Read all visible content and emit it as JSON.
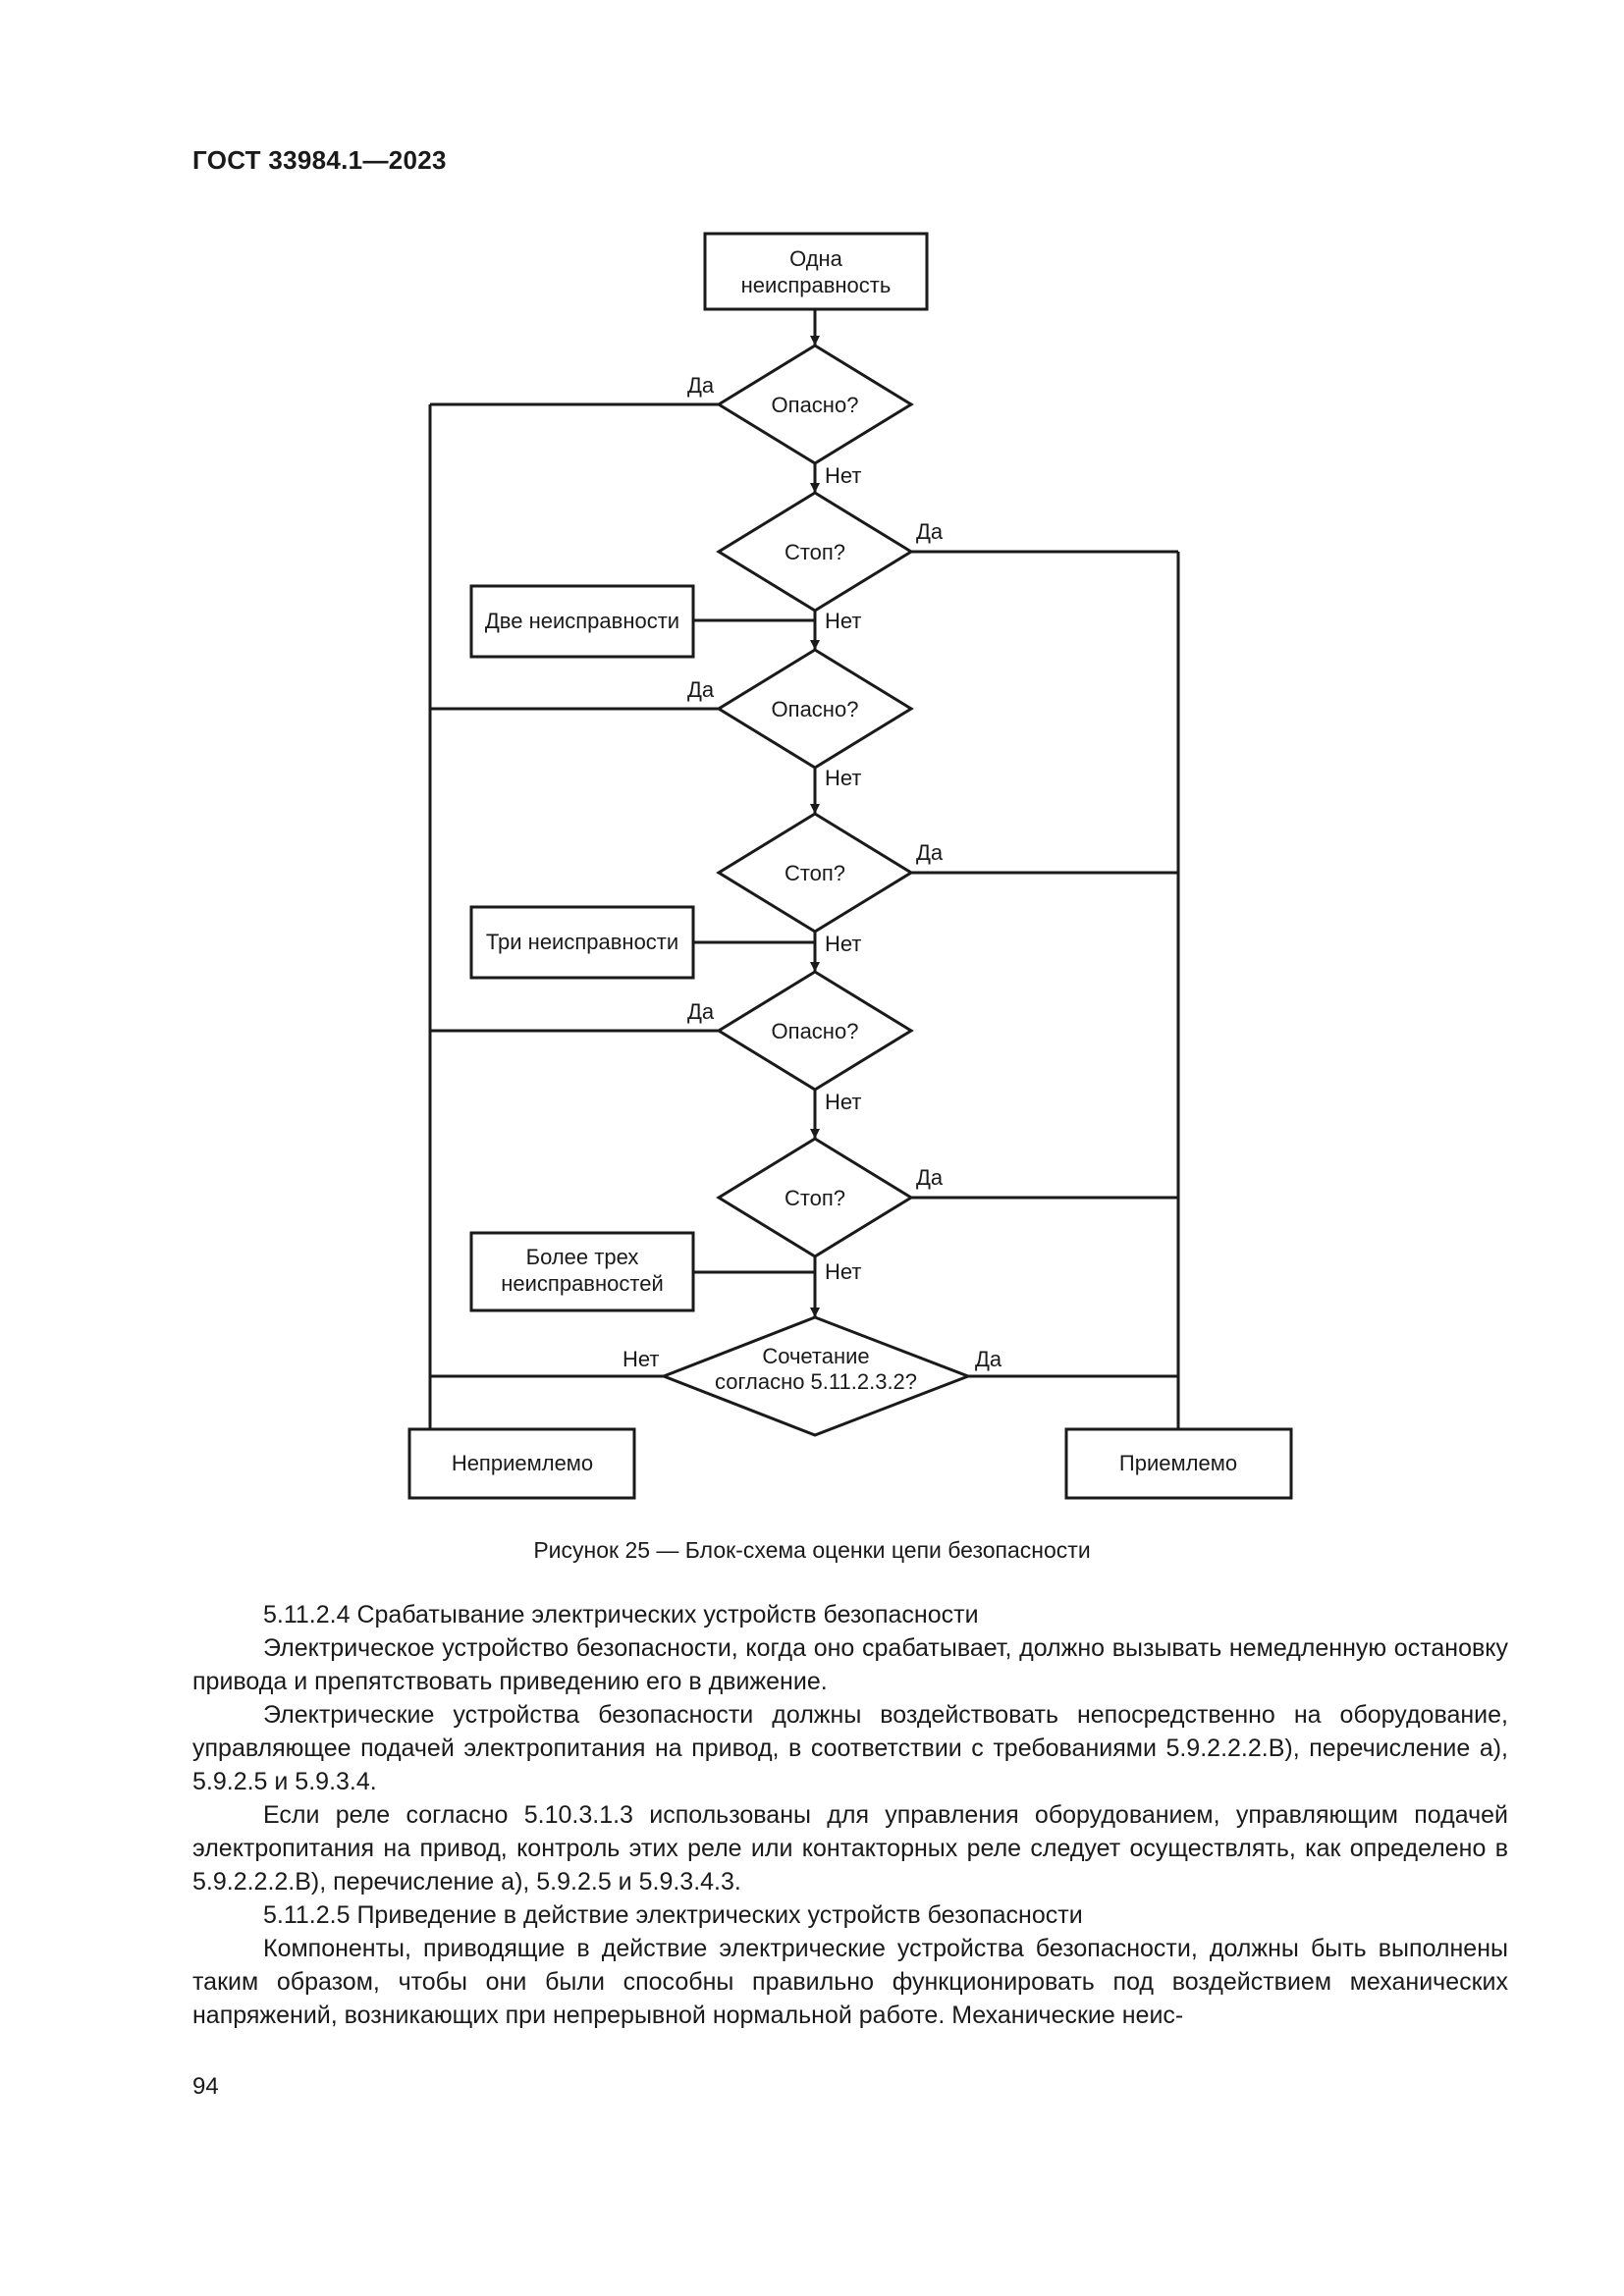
{
  "header": {
    "standard": "ГОСТ 33984.1—2023"
  },
  "flowchart": {
    "nodes": {
      "start": [
        "Одна",
        "неисправность"
      ],
      "d1": [
        "Опасно?"
      ],
      "d2": [
        "Стоп?"
      ],
      "two_faults": [
        "Две неисправности"
      ],
      "d3": [
        "Опасно?"
      ],
      "d4": [
        "Стоп?"
      ],
      "three_faults": [
        "Три неисправности"
      ],
      "d5": [
        "Опасно?"
      ],
      "d6": [
        "Стоп?"
      ],
      "more_faults": [
        "Более трех",
        "неисправностей"
      ],
      "d7": [
        "Сочетание",
        "согласно 5.11.2.3.2?"
      ],
      "unacceptable": [
        "Неприемлемо"
      ],
      "acceptable": [
        "Приемлемо"
      ]
    },
    "labels": {
      "yes": "Да",
      "no": "Нет"
    }
  },
  "caption": "Рисунок 25 — Блок-схема оценки цепи безопасности",
  "paragraphs": [
    "5.11.2.4 Срабатывание электрических устройств безопасности",
    "Электрическое устройство безопасности, когда оно срабатывает, должно вызывать немедленную остановку привода и препятствовать приведению его в движение.",
    "Электрические устройства безопасности должны воздействовать непосредственно на оборудование, управляющее подачей электропитания на привод, в соответствии с требованиями 5.9.2.2.2.В), перечисление а), 5.9.2.5 и 5.9.3.4.",
    "Если реле согласно 5.10.3.1.3 использованы для управления оборудованием, управляющим подачей электропитания на привод, контроль этих реле или контакторных реле следует осуществлять, как определено в 5.9.2.2.2.В), перечисление а), 5.9.2.5 и 5.9.3.4.3.",
    "5.11.2.5 Приведение в действие электрических устройств безопасности",
    "Компоненты, приводящие в действие электрические устройства безопасности, должны быть выполнены таким образом, чтобы они были способны правильно функционировать под воздействием механических напряжений, возникающих при непрерывной нормальной работе. Механические неис-"
  ],
  "page_number": "94"
}
